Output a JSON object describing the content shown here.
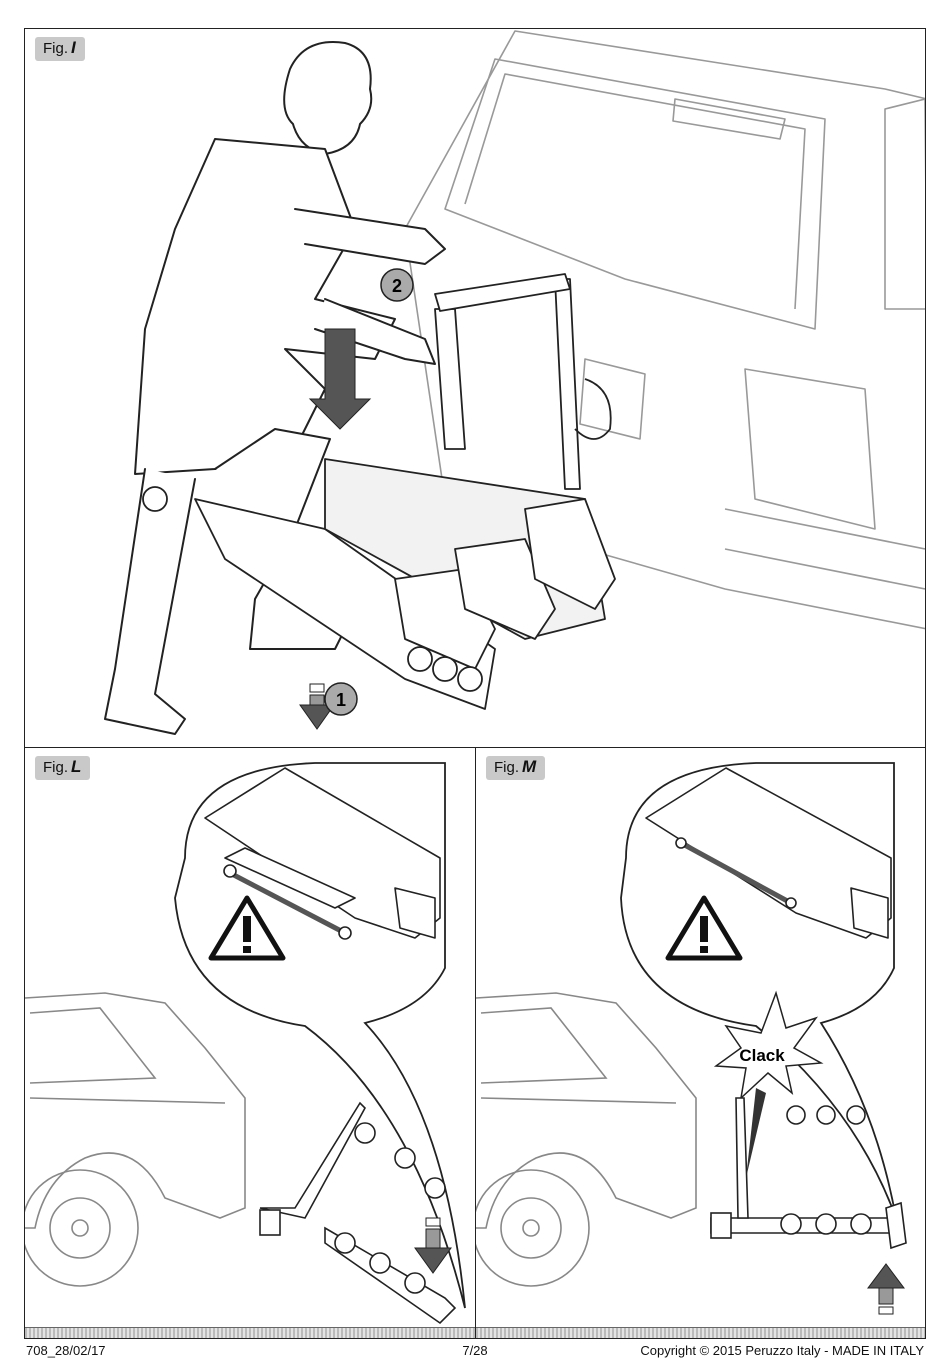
{
  "figures": {
    "i": {
      "prefix": "Fig.",
      "letter": "I"
    },
    "l": {
      "prefix": "Fig.",
      "letter": "L"
    },
    "m": {
      "prefix": "Fig.",
      "letter": "M"
    }
  },
  "steps": {
    "one": "1",
    "two": "2"
  },
  "sound_label": "Clack",
  "footer": {
    "left": "708_28/02/17",
    "center": "7/28",
    "right": "Copyright  ©  2015 Peruzzo Italy - MADE IN ITALY"
  }
}
